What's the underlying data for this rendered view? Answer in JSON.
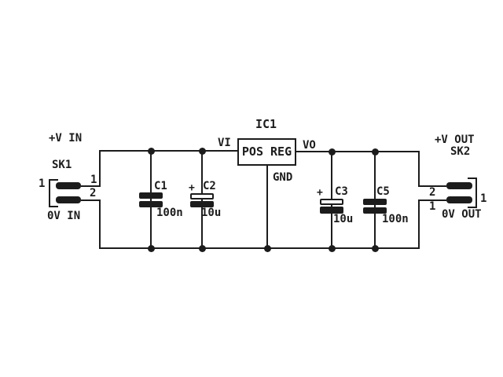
{
  "schematic": {
    "ic": {
      "ref": "IC1",
      "label": "POS REG",
      "pin_vi": "VI",
      "pin_vo": "VO",
      "pin_gnd": "GND"
    },
    "sk1": {
      "name": "SK1",
      "pos_rail": "+V IN",
      "neg_rail": "0V IN",
      "outer_pin": "1",
      "pin1": "1",
      "pin2": "2"
    },
    "sk2": {
      "name": "SK2",
      "pos_rail": "+V OUT",
      "neg_rail": "0V OUT",
      "outer_pin": "1",
      "pin1": "1",
      "pin2": "2"
    },
    "capacitors": [
      {
        "ref": "C1",
        "value": "100n",
        "polarity": ""
      },
      {
        "ref": "C2",
        "value": "10u",
        "polarity": "+"
      },
      {
        "ref": "C3",
        "value": "10u",
        "polarity": "+"
      },
      {
        "ref": "C5",
        "value": "100n",
        "polarity": ""
      }
    ],
    "colors": {
      "line": "#1c1c1c",
      "background": "#ffffff"
    }
  }
}
